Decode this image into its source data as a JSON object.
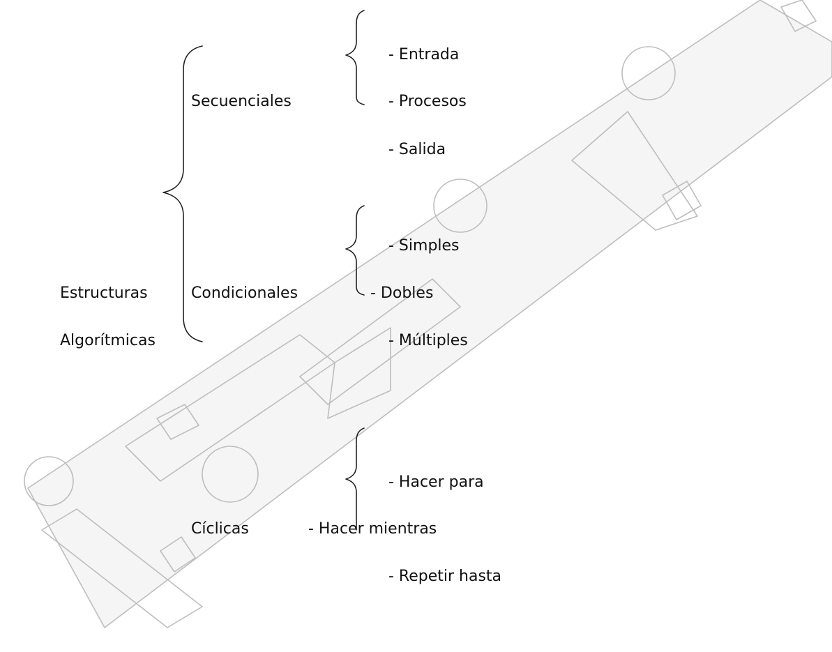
{
  "root": {
    "line1": "Estructuras",
    "line2": "Algorítmicas"
  },
  "groups": [
    {
      "name": "Secuenciales",
      "items": [
        "- Entrada",
        "- Procesos",
        "- Salida"
      ]
    },
    {
      "name": "Condicionales",
      "items": [
        "- Simples",
        "-  Dobles",
        "- Múltiples"
      ]
    },
    {
      "name": "Cíclicas",
      "items": [
        "- Hacer para",
        "- Hacer mientras",
        "- Repetir hasta"
      ]
    }
  ],
  "colors": {
    "text": "#111111",
    "brace": "#222222",
    "watermark_outline": "#bdbdbd",
    "watermark_fill": "#f5f5f5"
  }
}
